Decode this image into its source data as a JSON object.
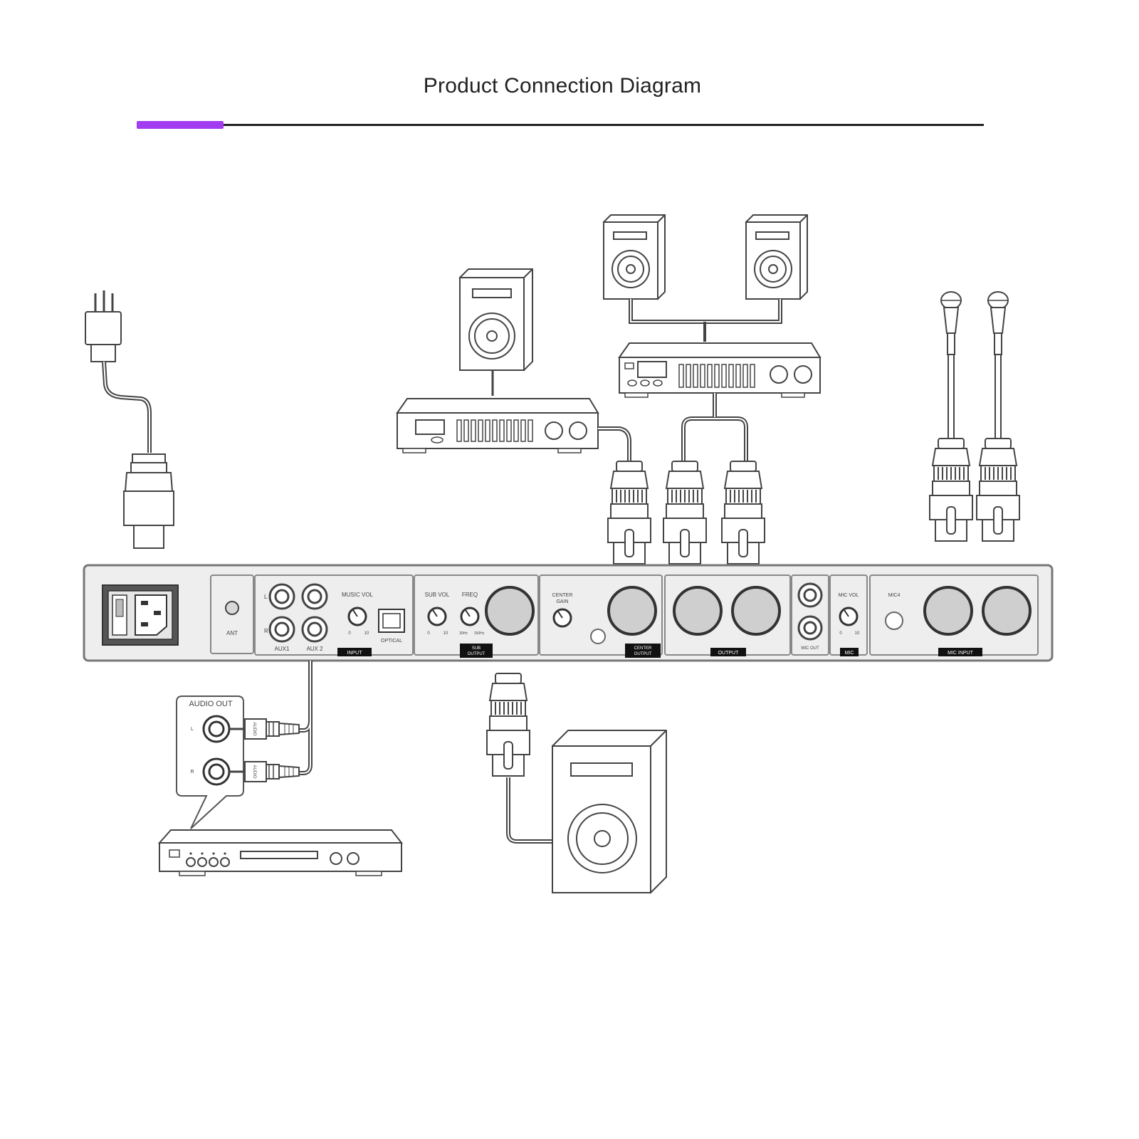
{
  "title": "Product Connection Diagram",
  "colors": {
    "accent": "#a23cf0",
    "rule": "#222222",
    "line": "#444444",
    "panel": "#eeeeee",
    "knob": "#cfcfcf"
  },
  "panel": {
    "ant": "ANT",
    "input": {
      "music_vol": "MUSIC VOL",
      "l": "L",
      "r": "R",
      "aux1": "AUX1",
      "aux2": "AUX 2",
      "optical": "OPTICAL",
      "scale_min": "0",
      "scale_max": "10",
      "tag": "INPUT"
    },
    "sub": {
      "sub_vol": "SUB VOL",
      "freq": "FREQ",
      "scale_min": "0",
      "scale_max": "10",
      "freq_min": "30Hz",
      "freq_max": "150Hz",
      "tag_line1": "SUB",
      "tag_line2": "OUTPUT"
    },
    "center": {
      "label_line1": "CENTER",
      "label_line2": "GAIN",
      "tag_line1": "CENTER",
      "tag_line2": "OUTPUT"
    },
    "output": {
      "tag": "OUTPUT"
    },
    "mic_out": {
      "label": "MIC OUT"
    },
    "mic": {
      "mic_vol": "MIC VOL",
      "scale_min": "0",
      "scale_max": "10",
      "tag": "MIC"
    },
    "mic_input": {
      "mic4": "MIC4",
      "tag": "MIC INPUT"
    }
  },
  "source": {
    "audio_out": "AUDIO OUT",
    "l": "L",
    "r": "R",
    "plug_text": "AUDIO"
  }
}
